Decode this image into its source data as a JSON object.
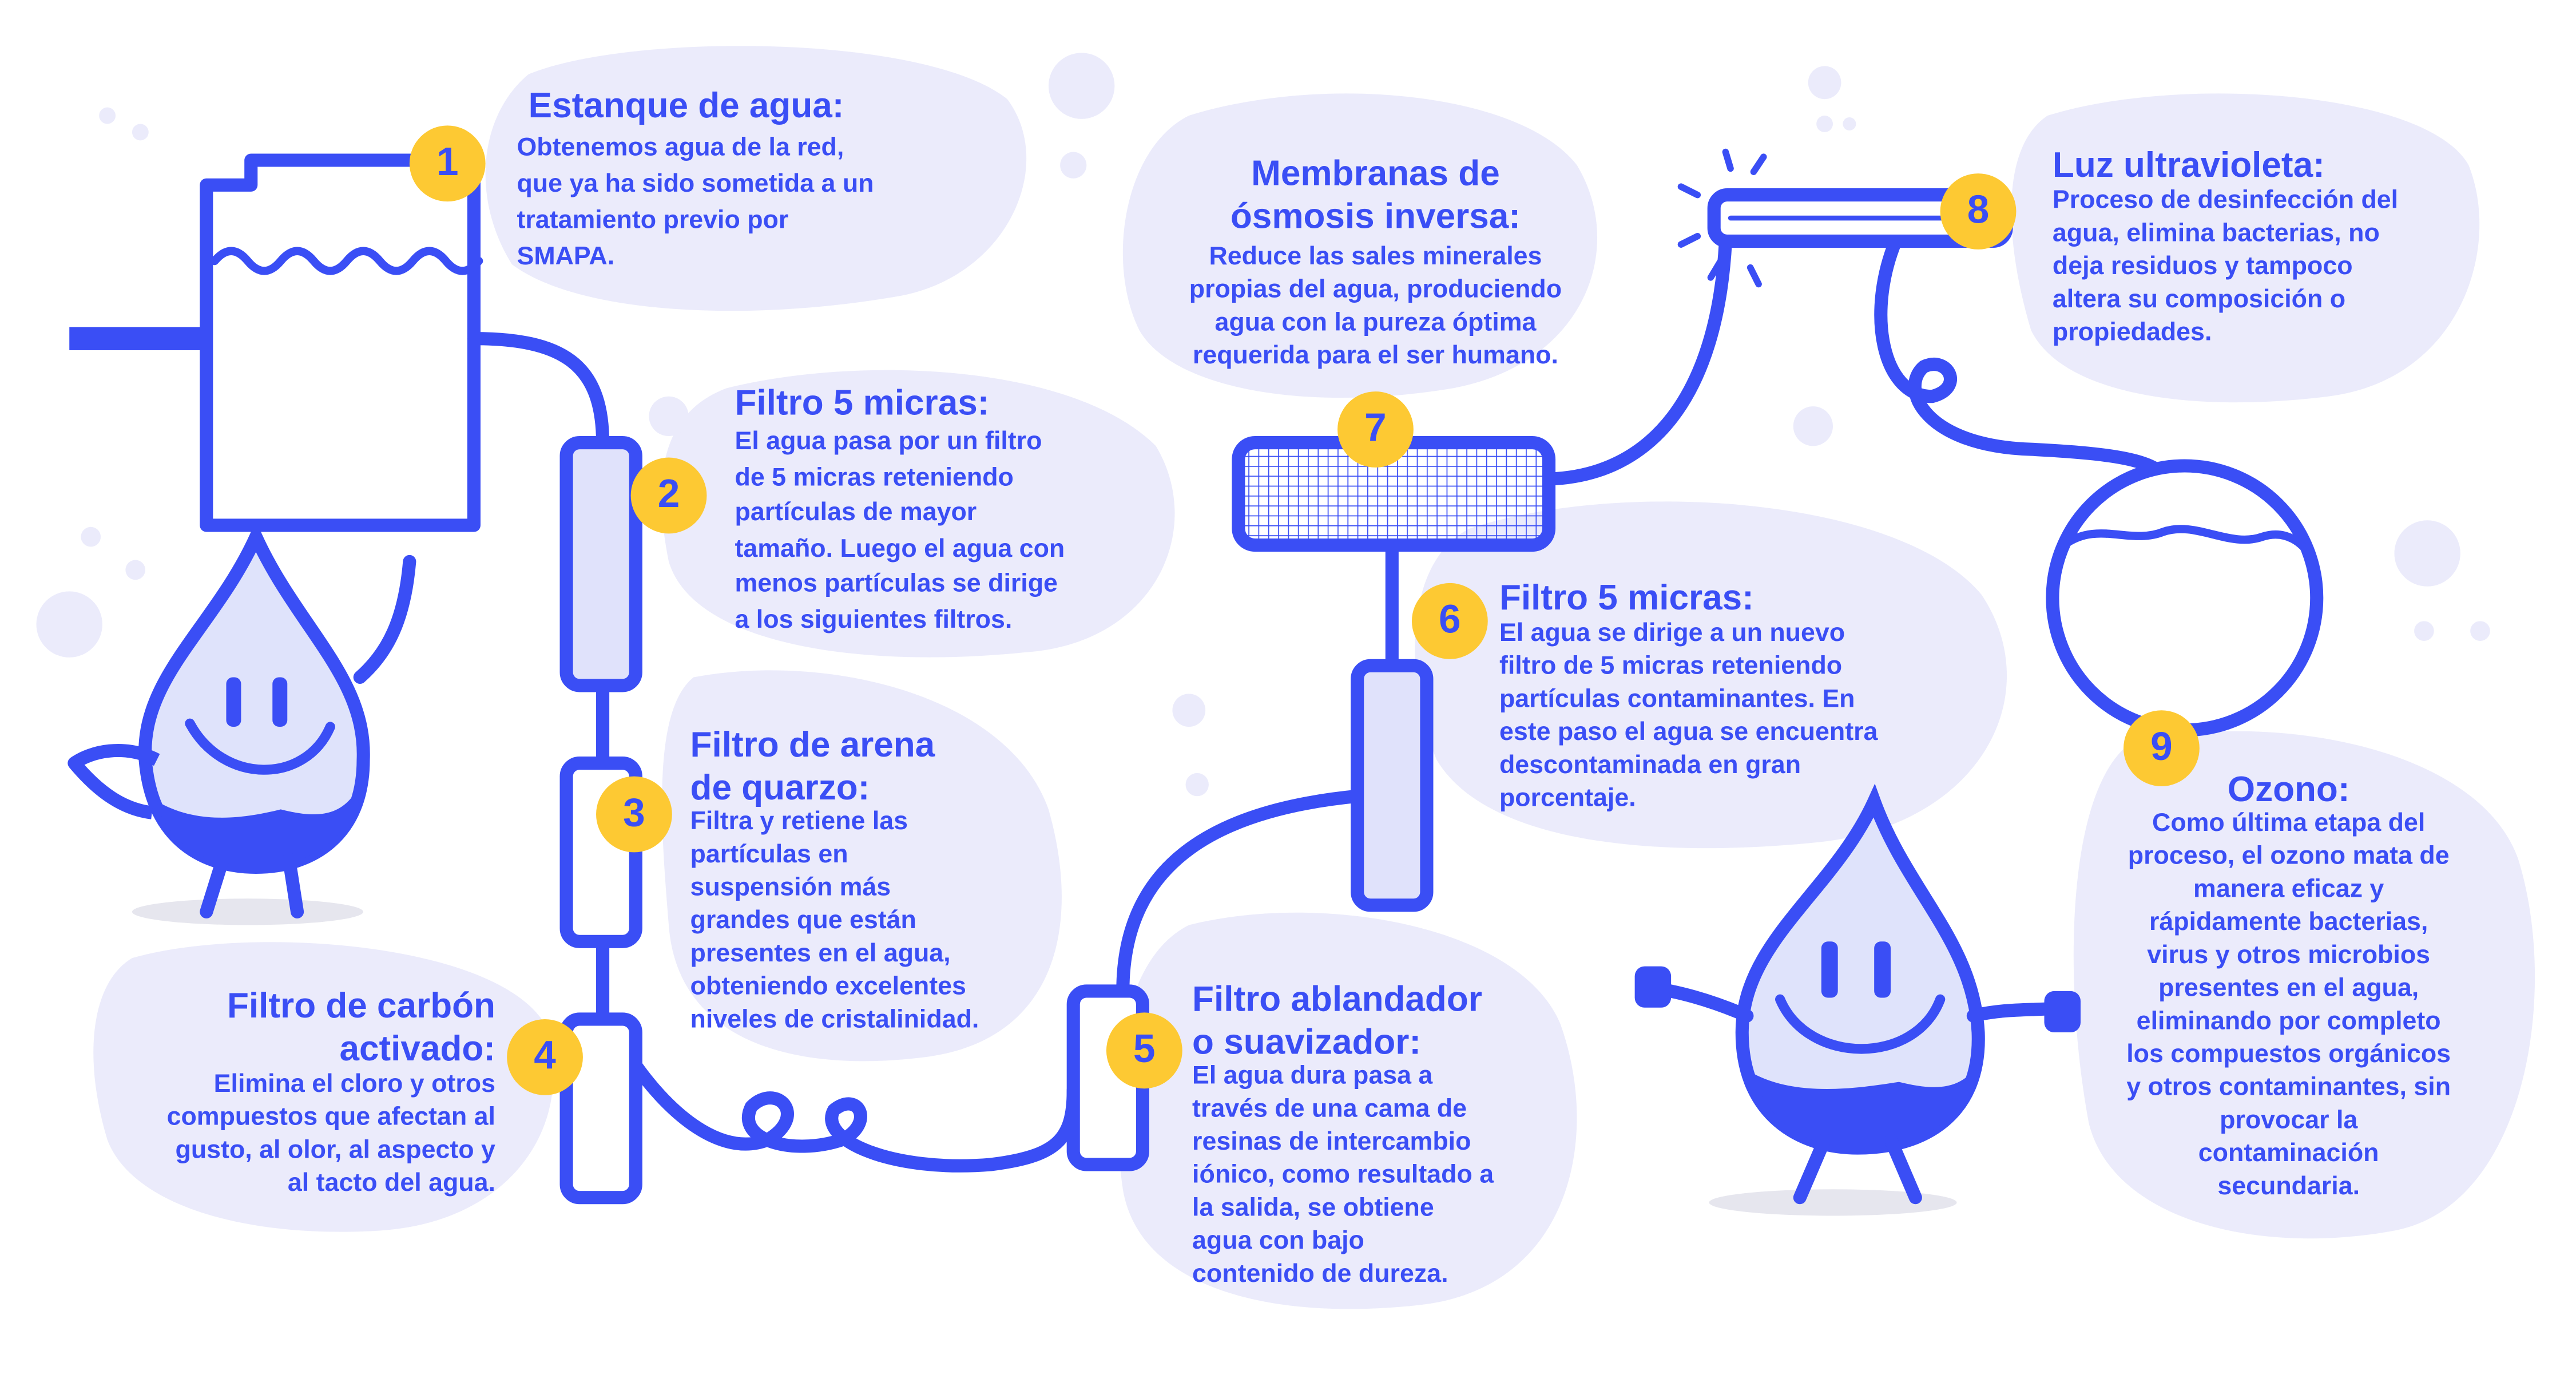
{
  "colors": {
    "primary": "#3a4ef5",
    "blob": "#ebebfb",
    "badge": "#fdc933"
  },
  "steps": [
    {
      "number": "1",
      "title": [
        "Estanque de agua:"
      ],
      "text": [
        "Obtenemos agua de la red,",
        "que ya ha sido sometida a un",
        "tratamiento previo por",
        "SMAPA."
      ]
    },
    {
      "number": "2",
      "title": [
        "Filtro 5 micras:"
      ],
      "text": [
        "El agua pasa por un filtro",
        "de 5 micras reteniendo",
        "partículas de mayor",
        "tamaño. Luego el agua con",
        "menos partículas se dirige",
        "a los siguientes filtros."
      ]
    },
    {
      "number": "3",
      "title": [
        "Filtro de arena",
        "de quarzo:"
      ],
      "text": [
        "Filtra y retiene las",
        "partículas en",
        "suspensión más",
        "grandes que están",
        "presentes en el agua,",
        "obteniendo excelentes",
        "niveles de cristalinidad."
      ]
    },
    {
      "number": "4",
      "title": [
        "Filtro de carbón",
        "activado:"
      ],
      "text": [
        "Elimina el cloro y otros",
        "compuestos que afectan al",
        "gusto, al olor, al aspecto y",
        "al tacto del agua."
      ]
    },
    {
      "number": "5",
      "title": [
        "Filtro ablandador",
        "o suavizador:"
      ],
      "text": [
        "El agua dura pasa a",
        "través de una cama de",
        "resinas de intercambio",
        "iónico, como resultado a",
        "la salida, se obtiene",
        "agua con bajo",
        "contenido de dureza."
      ]
    },
    {
      "number": "6",
      "title": [
        "Filtro 5 micras:"
      ],
      "text": [
        "El agua se dirige a un nuevo",
        "filtro de 5 micras reteniendo",
        "partículas contaminantes. En",
        "este paso el agua se encuentra",
        "descontaminada en gran",
        "porcentaje."
      ]
    },
    {
      "number": "7",
      "title": [
        "Membranas de",
        "ósmosis inversa:"
      ],
      "text": [
        "Reduce las sales minerales",
        "propias del agua, produciendo",
        "agua con la pureza óptima",
        "requerida para el ser humano."
      ]
    },
    {
      "number": "8",
      "title": [
        "Luz ultravioleta:"
      ],
      "text": [
        "Proceso de desinfección del",
        "agua, elimina bacterias, no",
        "deja residuos y tampoco",
        "altera su composición o",
        "propiedades."
      ]
    },
    {
      "number": "9",
      "title": [
        "Ozono:"
      ],
      "text": [
        "Como última etapa del",
        "proceso, el ozono mata de",
        "manera eficaz y",
        "rápidamente bacterias,",
        "virus y otros microbios",
        "presentes en el agua,",
        "eliminando por completo",
        "los compuestos orgánicos",
        "y otros contaminantes, sin",
        "provocar la",
        "contaminación",
        "secundaria."
      ]
    }
  ]
}
